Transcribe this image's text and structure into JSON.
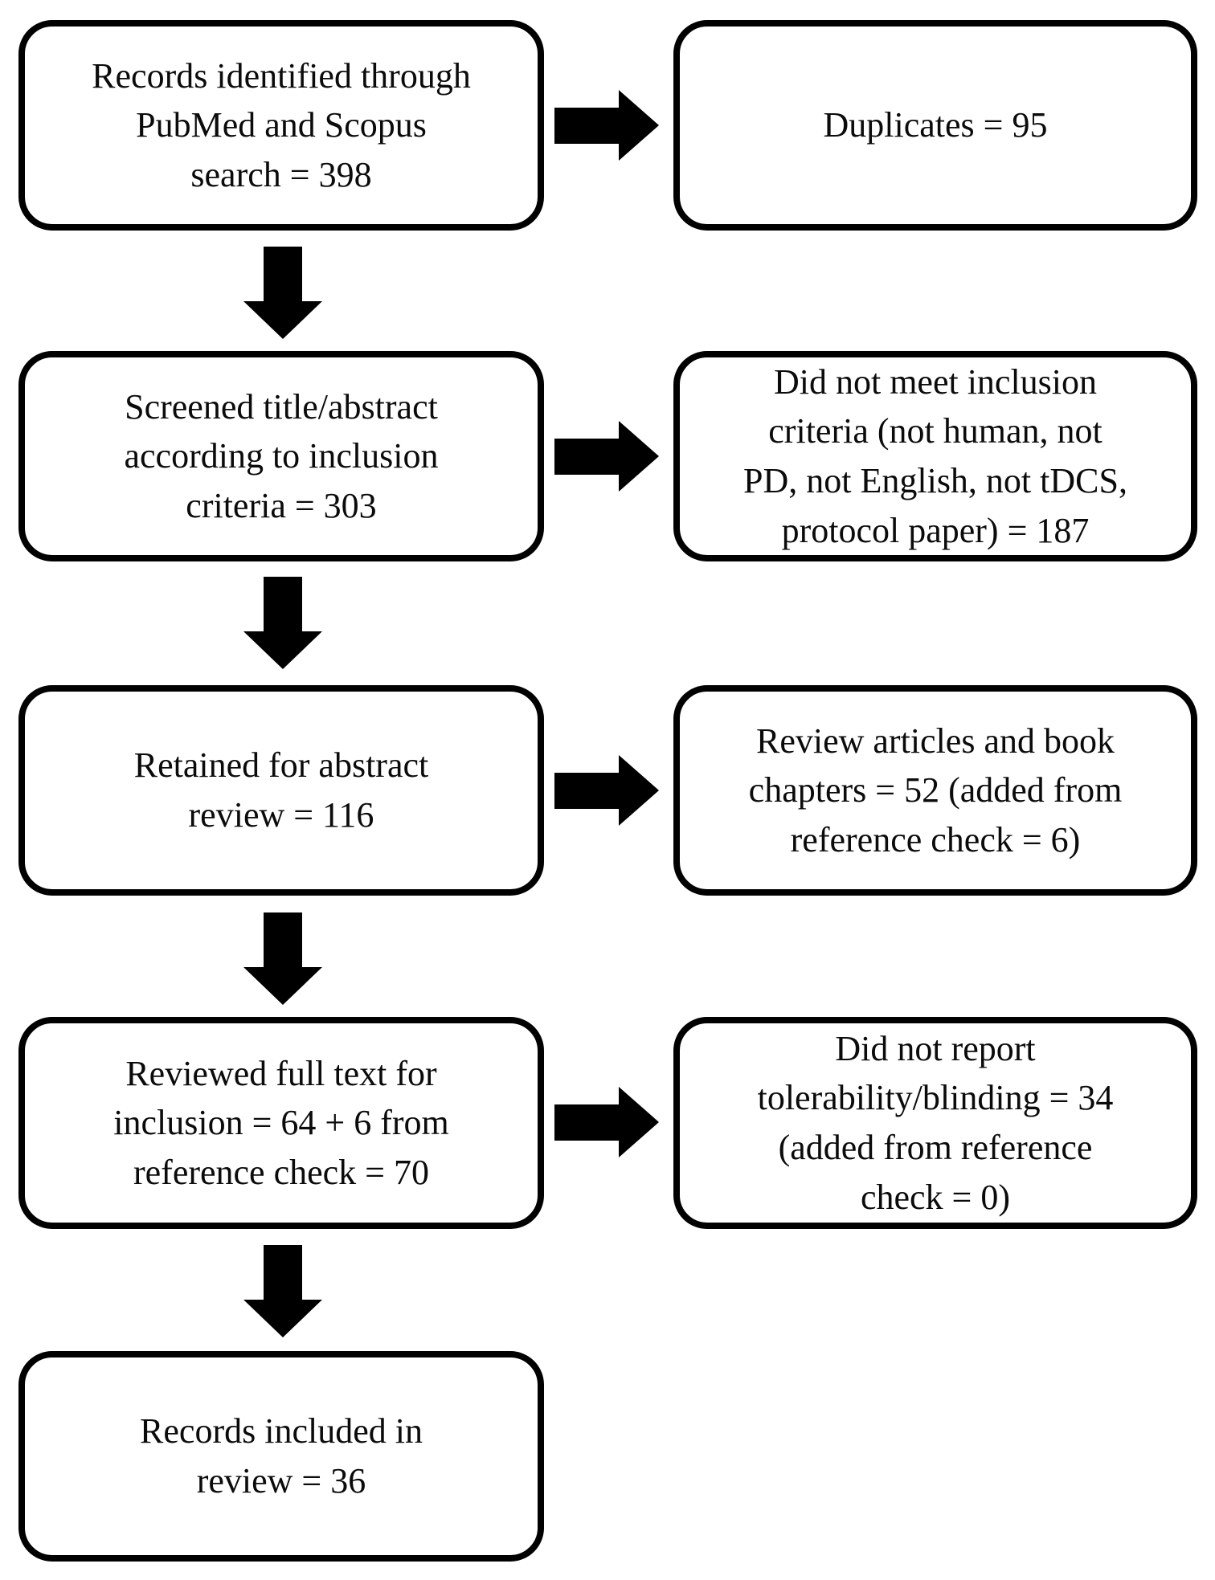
{
  "page": {
    "background": "#ffffff",
    "ink": "#000000"
  },
  "flowchart": {
    "left_boxes": [
      {
        "id": "records-identified",
        "text": "Records identified through\nPubMed and Scopus\nsearch = 398"
      },
      {
        "id": "screened-title-abstract",
        "text": "Screened title/abstract\naccording to inclusion\ncriteria = 303"
      },
      {
        "id": "retained-abstract-review",
        "text": "Retained for abstract\nreview = 116"
      },
      {
        "id": "reviewed-full-text",
        "text": "Reviewed full text for\ninclusion = 64 + 6 from\nreference check = 70"
      },
      {
        "id": "records-included",
        "text": "Records included in\nreview = 36"
      }
    ],
    "right_boxes": [
      {
        "id": "duplicates",
        "text": "Duplicates = 95"
      },
      {
        "id": "did-not-meet-criteria",
        "text": "Did not meet inclusion\ncriteria (not human, not\nPD, not English, not tDCS,\nprotocol paper) = 187"
      },
      {
        "id": "review-articles-book-chapters",
        "text": "Review articles and book\nchapters = 52 (added from\nreference check = 6)"
      },
      {
        "id": "no-tolerability-blinding",
        "text": "Did not report\ntolerability/blinding = 34\n(added from reference\ncheck = 0)"
      }
    ],
    "arrows": [
      {
        "from": "records-identified",
        "to": "duplicates",
        "direction": "right"
      },
      {
        "from": "screened-title-abstract",
        "to": "did-not-meet-criteria",
        "direction": "right"
      },
      {
        "from": "retained-abstract-review",
        "to": "review-articles-book-chapters",
        "direction": "right"
      },
      {
        "from": "reviewed-full-text",
        "to": "no-tolerability-blinding",
        "direction": "right"
      },
      {
        "from": "records-identified",
        "to": "screened-title-abstract",
        "direction": "down"
      },
      {
        "from": "screened-title-abstract",
        "to": "retained-abstract-review",
        "direction": "down"
      },
      {
        "from": "retained-abstract-review",
        "to": "reviewed-full-text",
        "direction": "down"
      },
      {
        "from": "reviewed-full-text",
        "to": "records-included",
        "direction": "down"
      }
    ]
  }
}
